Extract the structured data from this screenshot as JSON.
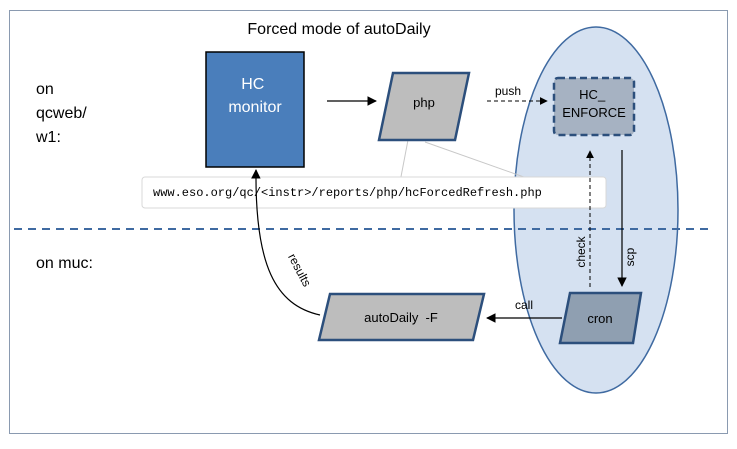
{
  "title": "Forced mode of autoDaily",
  "left_labels": {
    "top": [
      "on",
      "qcweb/",
      "w1:"
    ],
    "bottom": "on muc:"
  },
  "nodes": {
    "hc_monitor": [
      "HC",
      "monitor"
    ],
    "php": "php",
    "hc_enforce": [
      "HC_",
      "ENFORCE"
    ],
    "cron": "cron",
    "autodaily": "autoDaily  -F"
  },
  "url": "www.eso.org/qc/<instr>/reports/php/hcForcedRefresh.php",
  "edges": {
    "push": "push",
    "check": "check",
    "scp": "scp",
    "call": "call",
    "results": "results"
  },
  "colors": {
    "hc_monitor_fill": "#4a7ebb",
    "shape_fill": "#bdbdbd",
    "shape_stroke": "#2c4f7c",
    "ellipse_fill": "#d5e1f1",
    "ellipse_stroke": "#3f6aa1",
    "divider": "#3f6aa1"
  }
}
